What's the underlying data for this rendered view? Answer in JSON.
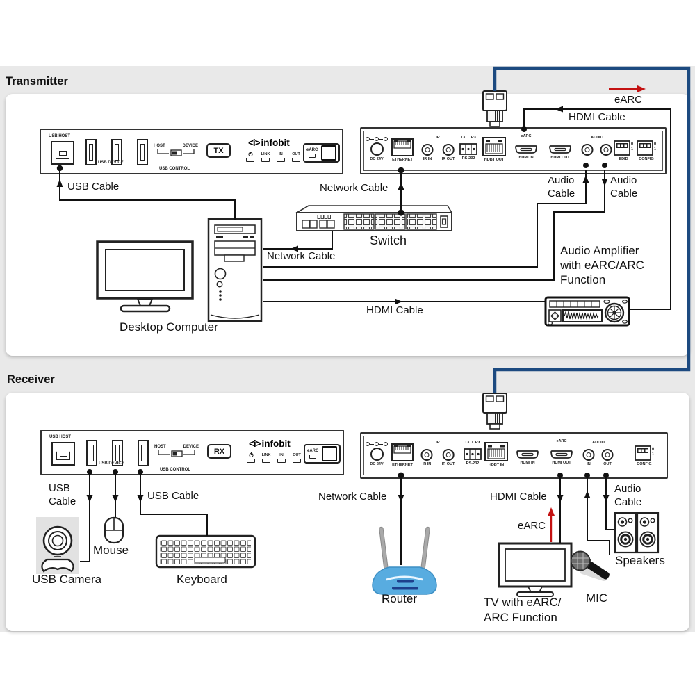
{
  "sections": {
    "transmitter": "Transmitter",
    "receiver": "Receiver"
  },
  "panel": {
    "usb_host": "USB HOST",
    "usb_device": "USB DEVICE",
    "host": "HOST",
    "device": "DEVICE",
    "usb_control": "USB CONTROL",
    "logo_mark": "<i>",
    "logo_text": "infobit",
    "led_link": "LINK",
    "led_in": "IN",
    "led_out": "OUT",
    "earc": "eARC",
    "tx_badge": "TX",
    "rx_badge": "RX",
    "dc": "DC 24V",
    "ethernet": "ETHERNET",
    "ir": "IR",
    "ir_in": "IR IN",
    "ir_out": "IR OUT",
    "rs232_dir": "TX ⊥ RX",
    "rs232": "RS-232",
    "hdbt_out": "HDBT OUT",
    "hdbt_in": "HDBT IN",
    "hdmi_in": "HDMI IN",
    "hdmi_out": "HDMI OUT",
    "audio": "AUDIO",
    "audio_in": "IN",
    "audio_out": "OUT",
    "edid": "EDID",
    "config": "CONFIG",
    "dip0": "0",
    "dip1": "1"
  },
  "labels": {
    "usb_cable": "USB Cable",
    "usb_cable_2line": "USB\nCable",
    "network_cable": "Network Cable",
    "hdmi_cable": "HDMI Cable",
    "audio_cable": "Audio\nCable",
    "earc": "eARC",
    "switch": "Switch",
    "desktop_computer": "Desktop Computer",
    "amplifier": "Audio Amplifier\nwith eARC/ARC\nFunction",
    "router": "Router",
    "tv": "TV with eARC/\nARC Function",
    "mic": "MIC",
    "speakers": "Speakers",
    "usb_camera": "USB Camera",
    "mouse": "Mouse",
    "keyboard": "Keyboard"
  },
  "colors": {
    "cat_cable_blue": "#1c4a80",
    "earc_arrow_red": "#c41212",
    "router_body_blue": "#58ace0"
  }
}
